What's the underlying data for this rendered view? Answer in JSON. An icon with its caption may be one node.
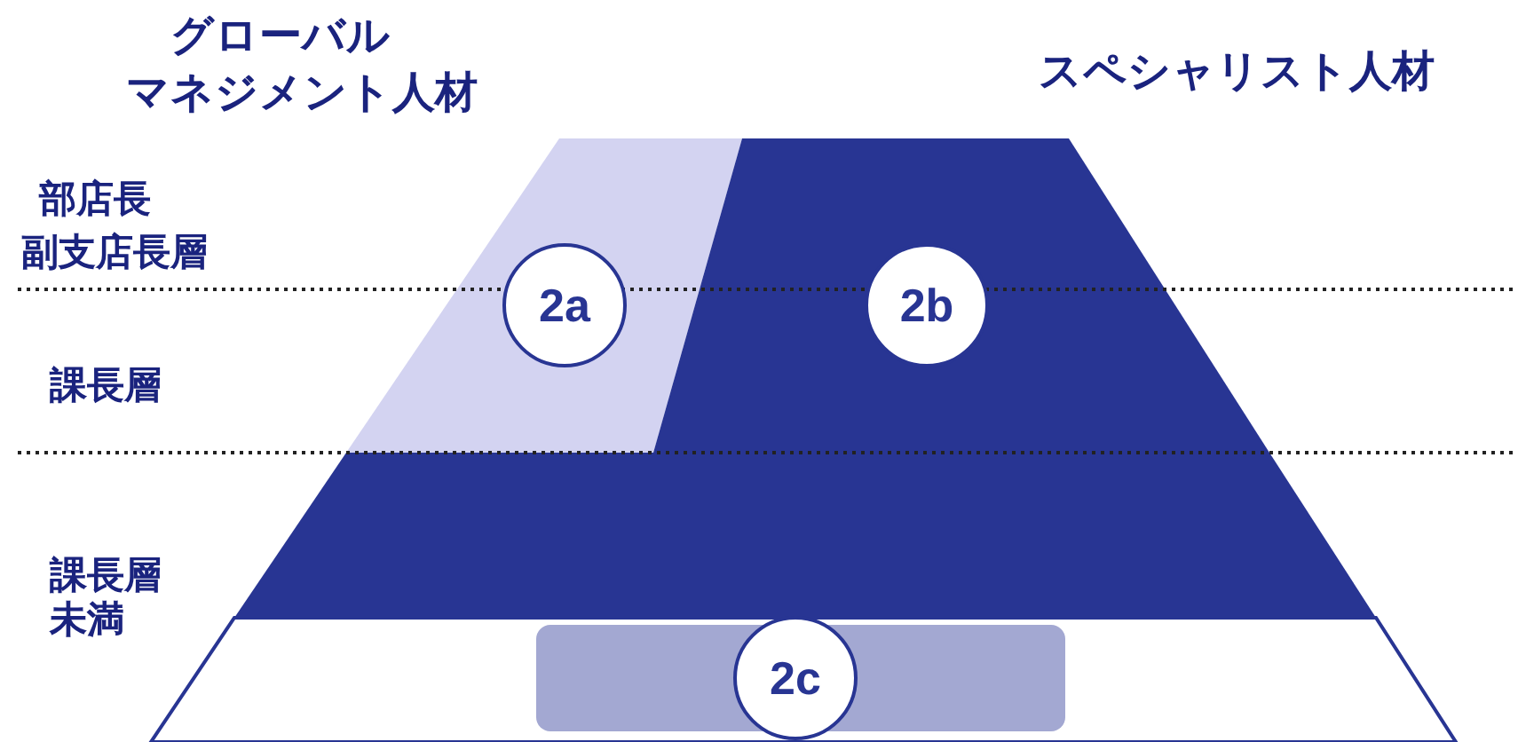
{
  "diagram": {
    "nodes": [
      {
        "text": [
          "2a"
        ]
      },
      {
        "text": [
          "2b"
        ]
      },
      {
        "text": [
          "2c"
        ]
      }
    ],
    "labels": [
      "グローバル",
      "マネジメント人材",
      "スペシャリスト人材",
      "部店長",
      "副支店長層",
      "課長層",
      "課長層未満"
    ]
  }
}
